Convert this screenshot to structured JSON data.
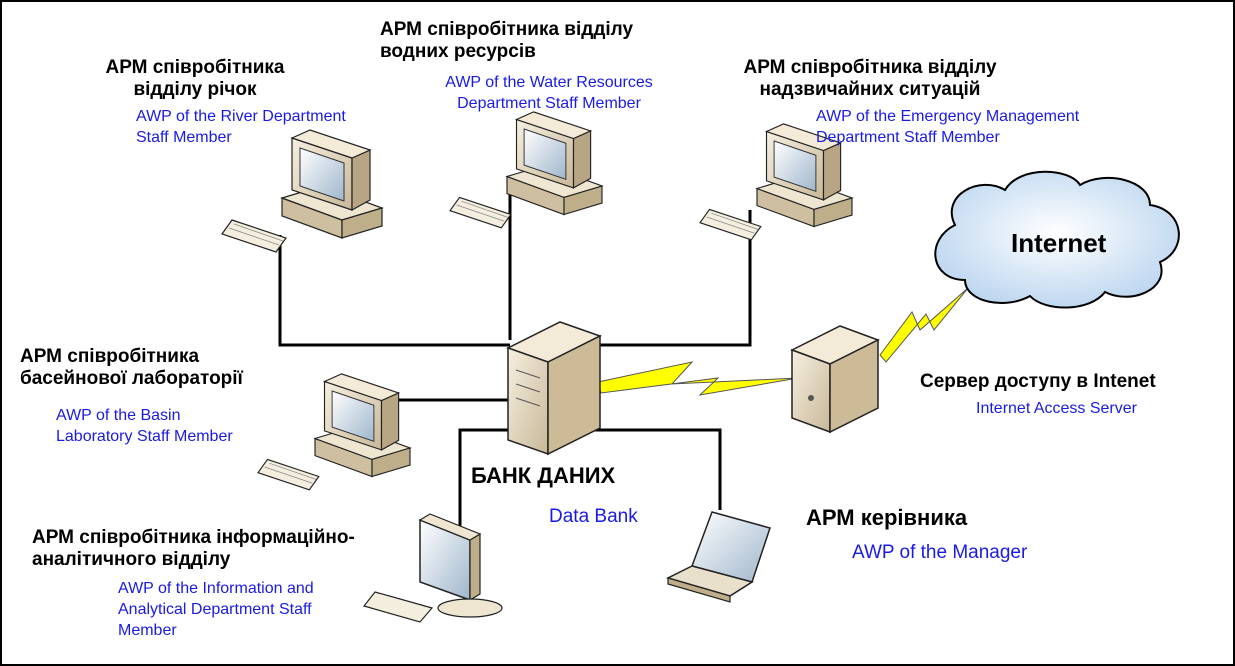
{
  "nodes": {
    "river": {
      "ua": [
        "АРМ співробітника",
        "відділу річок"
      ],
      "en": [
        "AWP of the River Department",
        "Staff Member"
      ]
    },
    "water": {
      "ua": [
        "АРМ співробітника відділу",
        "водних ресурсів"
      ],
      "en": [
        "AWP of the Water Resources",
        "Department Staff Member"
      ]
    },
    "emergency": {
      "ua": [
        "АРМ співробітника відділу",
        "надзвичайних ситуацій"
      ],
      "en": [
        "AWP of the Emergency Management",
        "Department Staff Member"
      ]
    },
    "basin": {
      "ua": [
        "АРМ співробітника",
        "басейнової лабораторії"
      ],
      "en": [
        "AWP of the Basin",
        "Laboratory Staff Member"
      ]
    },
    "info": {
      "ua": [
        "АРМ співробітника інформаційно-",
        "аналітичного відділу"
      ],
      "en": [
        "AWP of the Information and",
        "Analytical Department Staff",
        "Member"
      ]
    },
    "databank": {
      "ua": "БАНК ДАНИХ",
      "en": "Data Bank"
    },
    "manager": {
      "ua": "АРМ керівника",
      "en": "AWP of the Manager"
    },
    "server": {
      "ua": "Сервер доступу в Intenet",
      "en": "Internet Access Server"
    },
    "internet": {
      "label": "Internet"
    }
  },
  "colors": {
    "english_text": "#1a1ae6",
    "bolt": "#ffff00",
    "cloud": "#dbe9f7"
  }
}
